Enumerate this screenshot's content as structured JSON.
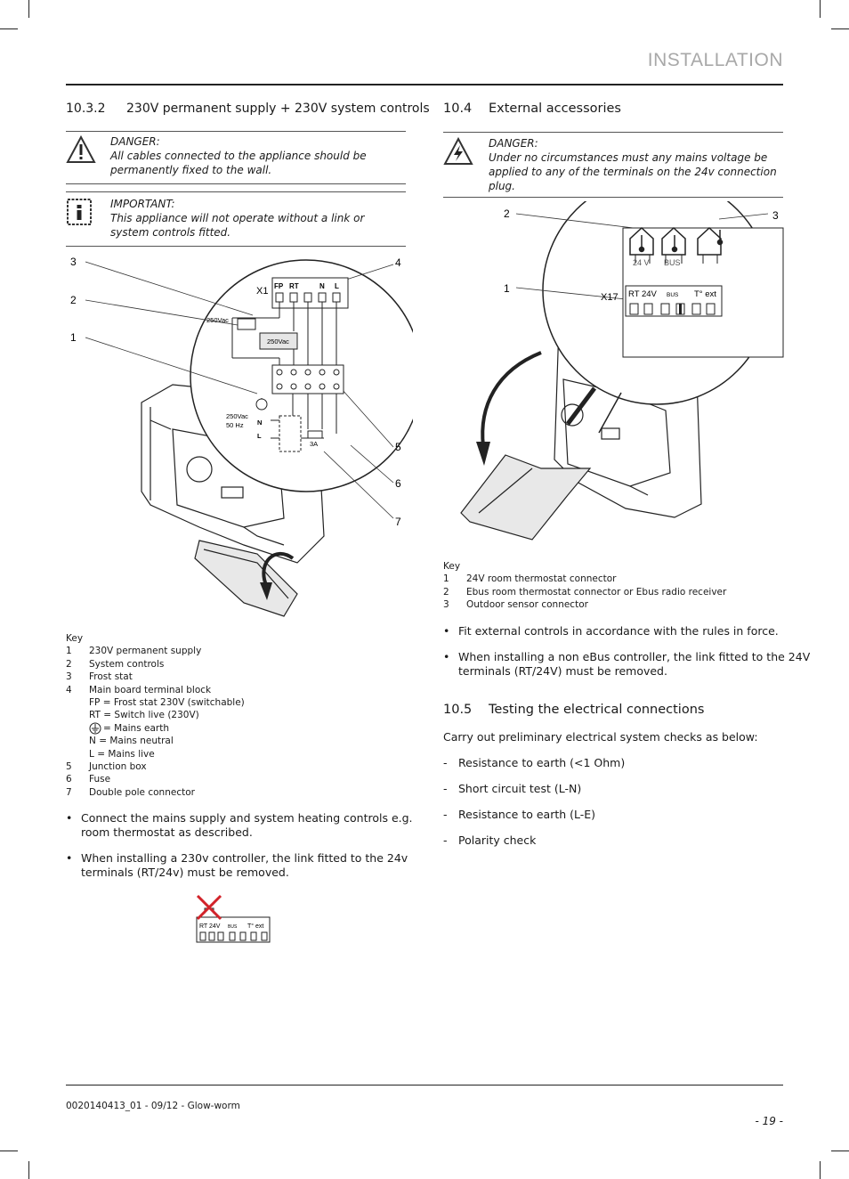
{
  "header": {
    "section": "INSTALLATION"
  },
  "left": {
    "heading_num": "10.3.2",
    "heading_title": "230V permanent supply + 230V system controls",
    "danger": {
      "title": "DANGER:",
      "body": "All cables connected to the appliance should be permanently fixed to the wall."
    },
    "important": {
      "title": "IMPORTANT:",
      "body": "This appliance will not operate without a link or system controls fitted."
    },
    "diagram_labels": {
      "c1": "1",
      "c2": "2",
      "c3": "3",
      "c4": "4",
      "c5": "5",
      "c6": "6",
      "c7": "7",
      "x1": "X1",
      "fp": "FP",
      "rt": "RT",
      "n": "N",
      "l": "L",
      "v250a": "250Vac",
      "v250b": "250Vac",
      "v250c": "250Vac",
      "hz": "50 Hz",
      "n2": "N",
      "l2": "L",
      "fuse": "3A"
    },
    "key_title": "Key",
    "key": [
      {
        "n": "1",
        "t": "230V permanent supply"
      },
      {
        "n": "2",
        "t": "System controls"
      },
      {
        "n": "3",
        "t": "Frost stat"
      },
      {
        "n": "4",
        "t": "Main board terminal block"
      },
      {
        "n": "",
        "t": "FP = Frost stat 230V (switchable)"
      },
      {
        "n": "",
        "t": "RT = Switch live (230V)"
      },
      {
        "n": "",
        "t": "= Mains earth"
      },
      {
        "n": "",
        "t": "N = Mains neutral"
      },
      {
        "n": "",
        "t": "L = Mains live"
      },
      {
        "n": "5",
        "t": "Junction box"
      },
      {
        "n": "6",
        "t": "Fuse"
      },
      {
        "n": "7",
        "t": "Double pole connector"
      }
    ],
    "bullets": [
      {
        "l1": "Connect the mains supply and system heating controls e.g.",
        "l2": "room thermostat as described."
      },
      {
        "l1": "When installing a 230v controller, the link fitted to the 24v",
        "l2": "terminals (RT/24v) must be removed."
      }
    ],
    "terminal_labels": {
      "rt": "RT 24V",
      "bus": "BUS",
      "ext": "T° ext"
    }
  },
  "right": {
    "heading_num": "10.4",
    "heading_title": "External accessories",
    "danger": {
      "title": "DANGER:",
      "body": "Under no circumstances must any mains voltage be applied to any of the terminals on the 24v connection plug."
    },
    "diagram_labels": {
      "c1": "1",
      "c2": "2",
      "c3": "3",
      "x17": "X17",
      "v24": "24 V",
      "bus": "BUS",
      "rt": "RT 24V",
      "bus2": "BUS",
      "ext": "T° ext"
    },
    "key_title": "Key",
    "key": [
      {
        "n": "1",
        "t": "24V room thermostat connector"
      },
      {
        "n": "2",
        "t": "Ebus room thermostat connector or Ebus radio receiver"
      },
      {
        "n": "3",
        "t": "Outdoor sensor connector"
      }
    ],
    "bullets": [
      {
        "l1": "Fit external controls in accordance with the rules in force.",
        "l2": ""
      },
      {
        "l1": "When installing a non eBus controller, the link fitted to the 24V",
        "l2": "terminals (RT/24V) must be removed."
      }
    ],
    "testing_num": "10.5",
    "testing_title": "Testing the electrical connections",
    "testing_intro": "Carry out preliminary electrical system checks as below:",
    "checks": [
      "Resistance to earth (<1 Ohm)",
      "Short circuit test (L-N)",
      "Resistance to earth (L-E)",
      "Polarity check"
    ]
  },
  "footer": {
    "doc": "0020140413_01 - 09/12 - Glow-worm",
    "page": "- 19 -"
  }
}
